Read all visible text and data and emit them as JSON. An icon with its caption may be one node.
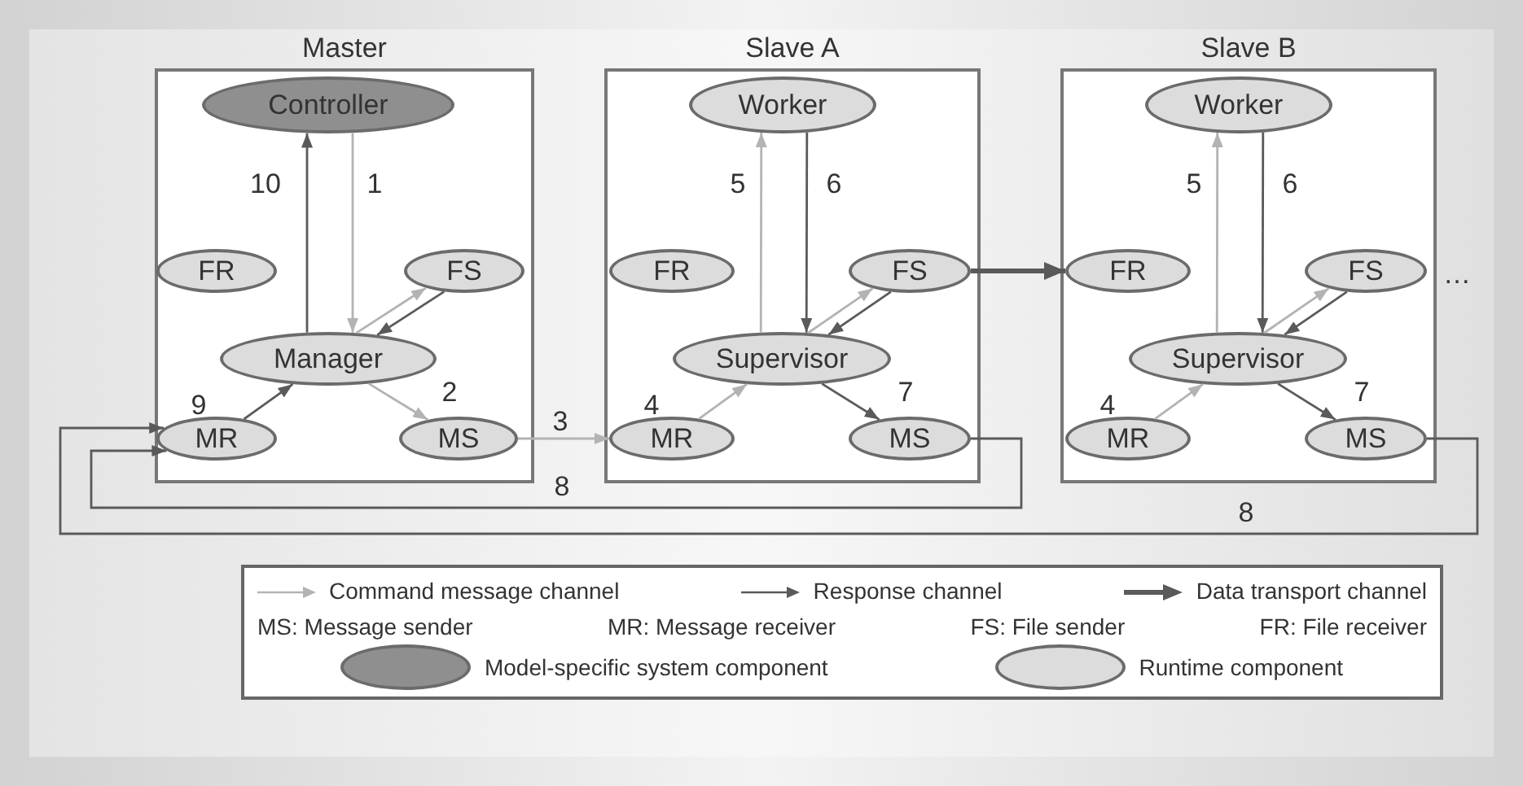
{
  "diagram": {
    "nodes": [
      {
        "text": [
          "Master"
        ]
      },
      {
        "text": [
          "Controller"
        ],
        "in": 0
      },
      {
        "text": [
          "FR"
        ],
        "in": 0
      },
      {
        "text": [
          "FS"
        ],
        "in": 0
      },
      {
        "text": [
          "Manager"
        ],
        "in": 0
      },
      {
        "text": [
          "MR"
        ],
        "in": 0
      },
      {
        "text": [
          "MS"
        ],
        "in": 0
      },
      {
        "text": [
          "Slave A"
        ]
      },
      {
        "text": [
          "Worker"
        ],
        "in": 7
      },
      {
        "text": [
          "FR"
        ],
        "in": 7
      },
      {
        "text": [
          "FS"
        ],
        "in": 7
      },
      {
        "text": [
          "Supervisor"
        ],
        "in": 7
      },
      {
        "text": [
          "MR"
        ],
        "in": 7
      },
      {
        "text": [
          "MS"
        ],
        "in": 7
      },
      {
        "text": [
          "Slave B"
        ]
      },
      {
        "text": [
          "Worker"
        ],
        "in": 14
      },
      {
        "text": [
          "FR"
        ],
        "in": 14
      },
      {
        "text": [
          "FS"
        ],
        "in": 14
      },
      {
        "text": [
          "Supervisor"
        ],
        "in": 14
      },
      {
        "text": [
          "MR"
        ],
        "in": 14
      },
      {
        "text": [
          "MS"
        ],
        "in": 14
      }
    ],
    "edges": [
      {
        "from": 4,
        "to": 1,
        "arrow": "to",
        "label": "10"
      },
      {
        "from": 1,
        "to": 4,
        "arrow": "to",
        "label": "1",
        "color": "#b3b3b3"
      },
      {
        "from": 3,
        "to": 4,
        "arrow": "to"
      },
      {
        "from": 4,
        "to": 3,
        "arrow": "to",
        "color": "#b3b3b3"
      },
      {
        "from": 5,
        "to": 4,
        "arrow": "to",
        "label": "9"
      },
      {
        "from": 4,
        "to": 6,
        "arrow": "to",
        "label": "2",
        "color": "#b3b3b3"
      },
      {
        "from": 6,
        "to": 12,
        "arrow": "to",
        "label": "3",
        "color": "#b3b3b3"
      },
      {
        "from": 13,
        "to": 5,
        "arrow": "to",
        "label": "8"
      },
      {
        "from": 11,
        "to": 8,
        "arrow": "to",
        "label": "5",
        "color": "#b3b3b3"
      },
      {
        "from": 8,
        "to": 11,
        "arrow": "to",
        "label": "6"
      },
      {
        "from": 10,
        "to": 11,
        "arrow": "to"
      },
      {
        "from": 11,
        "to": 10,
        "arrow": "to",
        "color": "#b3b3b3"
      },
      {
        "from": 12,
        "to": 11,
        "arrow": "to",
        "label": "4",
        "color": "#b3b3b3"
      },
      {
        "from": 11,
        "to": 13,
        "arrow": "to",
        "label": "7"
      },
      {
        "from": 10,
        "to": 16,
        "arrow": "to",
        "style": "thick"
      },
      {
        "from": 18,
        "to": 15,
        "arrow": "to",
        "label": "5",
        "color": "#b3b3b3"
      },
      {
        "from": 15,
        "to": 18,
        "arrow": "to",
        "label": "6"
      },
      {
        "from": 17,
        "to": 18,
        "arrow": "to"
      },
      {
        "from": 18,
        "to": 17,
        "arrow": "to",
        "color": "#b3b3b3"
      },
      {
        "from": 19,
        "to": 18,
        "arrow": "to",
        "label": "4",
        "color": "#b3b3b3"
      },
      {
        "from": 18,
        "to": 20,
        "arrow": "to",
        "label": "7"
      },
      {
        "from": 20,
        "to": 5,
        "arrow": "to",
        "label": "8"
      }
    ],
    "labels": [
      "…",
      "MS: Message sender",
      "MR: Message receiver",
      "FS: File sender",
      "FR: File receiver"
    ],
    "legend": [
      {
        "text": "Command message channel"
      },
      {
        "text": "Response channel"
      },
      {
        "text": "Data transport channel"
      },
      {
        "text": "Model-specific system component",
        "color": "#8f8f8f"
      },
      {
        "text": "Runtime component",
        "color": "#dcdcdc"
      }
    ]
  }
}
